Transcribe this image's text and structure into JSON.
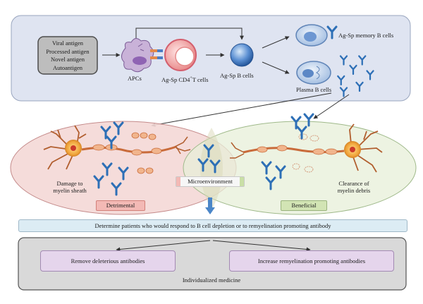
{
  "antigens": [
    "Viral antigen",
    "Processed antigen",
    "Novel antigen",
    "Autoantigen"
  ],
  "labels": {
    "apcs": "APCs",
    "cd4_prefix": "Ag-Sp CD4",
    "cd4_sup": "+",
    "cd4_suffix": "T cells",
    "b_cells": "Ag-Sp B cells",
    "memory_b": "Ag-Sp memory B cells",
    "plasma_b": "Plasma B cells",
    "damage_line1": "Damage to",
    "damage_line2": "myelin sheath",
    "detrimental": "Detrimental",
    "microenvironment": "Microenvironment",
    "beneficial": "Beneficial",
    "clearance_line1": "Clearance of",
    "clearance_line2": "myelin debris"
  },
  "bottom": {
    "determine": "Determine patients who would respond to B cell depletion or to remyelination promoting antibody",
    "remove": "Remove deleterious antibodies",
    "increase": "Increase remyelination promoting antibodies",
    "individualized": "Individualized medicine"
  },
  "colors": {
    "top_panel": "#dfe4f1",
    "left_ellipse": "#f4d8d6",
    "right_ellipse": "#e7efd8",
    "antibody": "#2d6fb6",
    "axon": "#c96b3a",
    "option_box": "#e5d5ec"
  }
}
